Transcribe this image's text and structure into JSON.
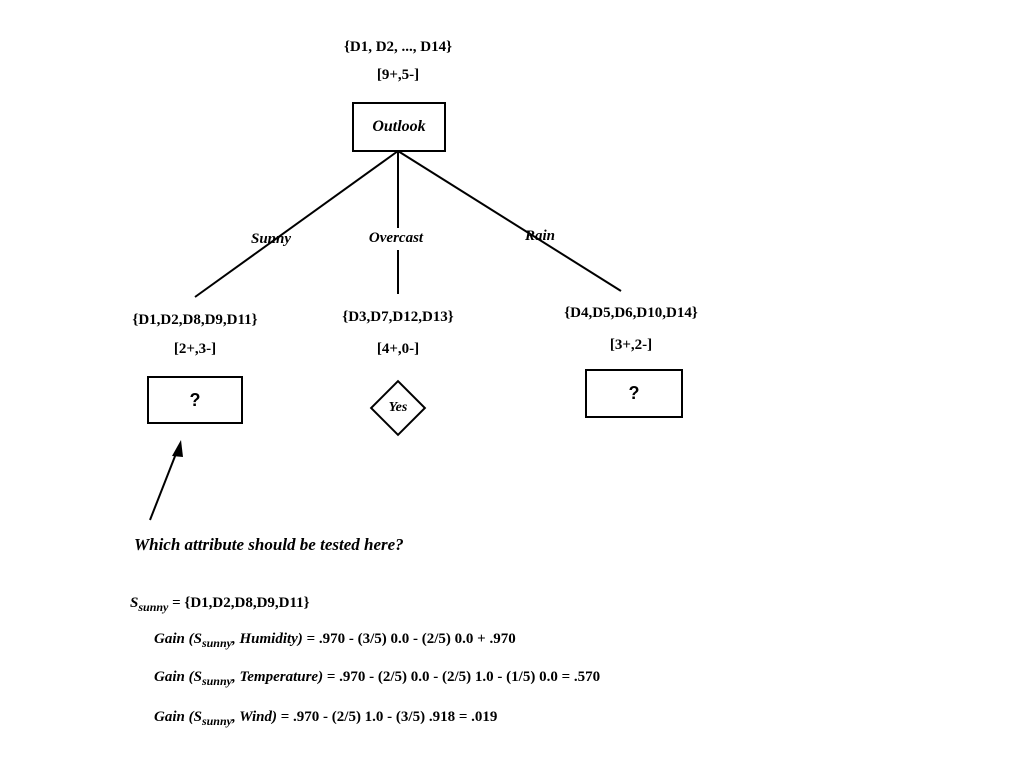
{
  "tree": {
    "root": {
      "set": "{D1, D2, ..., D14}",
      "counts": "[9+,5-]",
      "attribute": "Outlook"
    },
    "branches": [
      {
        "label": "Sunny",
        "set": "{D1,D2,D8,D9,D11}",
        "counts": "[2+,3-]",
        "node": "?"
      },
      {
        "label": "Overcast",
        "set": "{D3,D7,D12,D13}",
        "counts": "[4+,0-]",
        "node": "Yes"
      },
      {
        "label": "Rain",
        "set": "{D4,D5,D6,D10,D14}",
        "counts": "[3+,2-]",
        "node": "?"
      }
    ]
  },
  "question": "Which attribute should be tested here?",
  "s_sunny": {
    "symbol": "S",
    "subscript": "sunny",
    "definition": "= {D1,D2,D8,D9,D11}"
  },
  "gains": [
    {
      "prefix": "Gain (S",
      "subscript": "sunny",
      "attribute": ", Humidity)",
      "expression": "= .970 - (3/5) 0.0 - (2/5) 0.0 + .970"
    },
    {
      "prefix": "Gain (S",
      "subscript": "sunny",
      "attribute": ", Temperature)",
      "expression": "= .970 - (2/5) 0.0 - (2/5) 1.0 - (1/5) 0.0 = .570"
    },
    {
      "prefix": "Gain (S",
      "subscript": "sunny",
      "attribute": ", Wind)",
      "expression": "= .970 - (2/5) 1.0 - (3/5) .918 = .019"
    }
  ]
}
